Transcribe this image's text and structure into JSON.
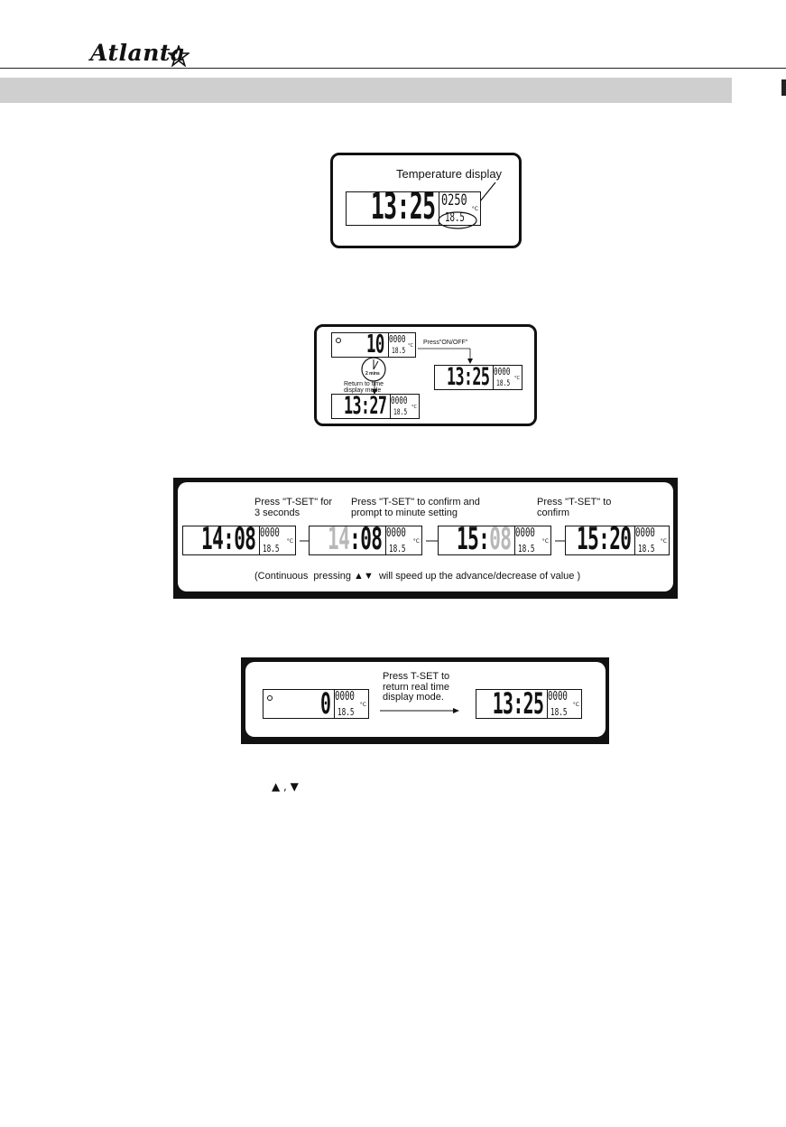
{
  "header": {
    "brand": "Atlanta"
  },
  "figure1": {
    "label": "Temperature display",
    "lcd": {
      "time": "13:25",
      "top": "0250",
      "bottom": "18.5",
      "unit": "°C"
    }
  },
  "figure2": {
    "lcd_timer": {
      "time": "10",
      "top": "0000",
      "bottom": "18.5",
      "unit": "°C"
    },
    "press_label": "Press\"ON/OFF\"",
    "lcd_result": {
      "time": "13:25",
      "top": "0000",
      "bottom": "18.5",
      "unit": "°C"
    },
    "clock_label": "2 mins",
    "return_label": "Return to time display mode",
    "lcd_return": {
      "time": "13:27",
      "top": "0000",
      "bottom": "18.5",
      "unit": "°C"
    }
  },
  "figure3": {
    "label1": "Press \"T-SET\" for 3 seconds",
    "label2": "Press \"T-SET\" to confirm and prompt to minute setting",
    "label3": "Press \"T-SET\" to confirm",
    "lcd1": {
      "time": "14:08",
      "top": "0000",
      "bottom": "18.5",
      "unit": "°C"
    },
    "lcd2": {
      "time_dim": "14",
      "sep": ":",
      "time_bright": "08",
      "top": "0000",
      "bottom": "18.5",
      "unit": "°C"
    },
    "lcd3": {
      "time_bright": "15",
      "sep": ":",
      "time_dim": "08",
      "top": "0000",
      "bottom": "18.5",
      "unit": "°C"
    },
    "lcd4": {
      "time": "15:20",
      "top": "0000",
      "bottom": "18.5",
      "unit": "°C"
    },
    "footnote": "(Continuous  pressing ▲▼  will speed up the advance/decrease of value )"
  },
  "figure4": {
    "lcd_left": {
      "time": "0",
      "top": "0000",
      "bottom": "18.5",
      "unit": "°C"
    },
    "label": "Press  T-SET to return real time display mode.",
    "lcd_right": {
      "time": "13:25",
      "top": "0000",
      "bottom": "18.5",
      "unit": "°C"
    }
  },
  "body_text": {
    "arrows": "▲ , ▼"
  }
}
